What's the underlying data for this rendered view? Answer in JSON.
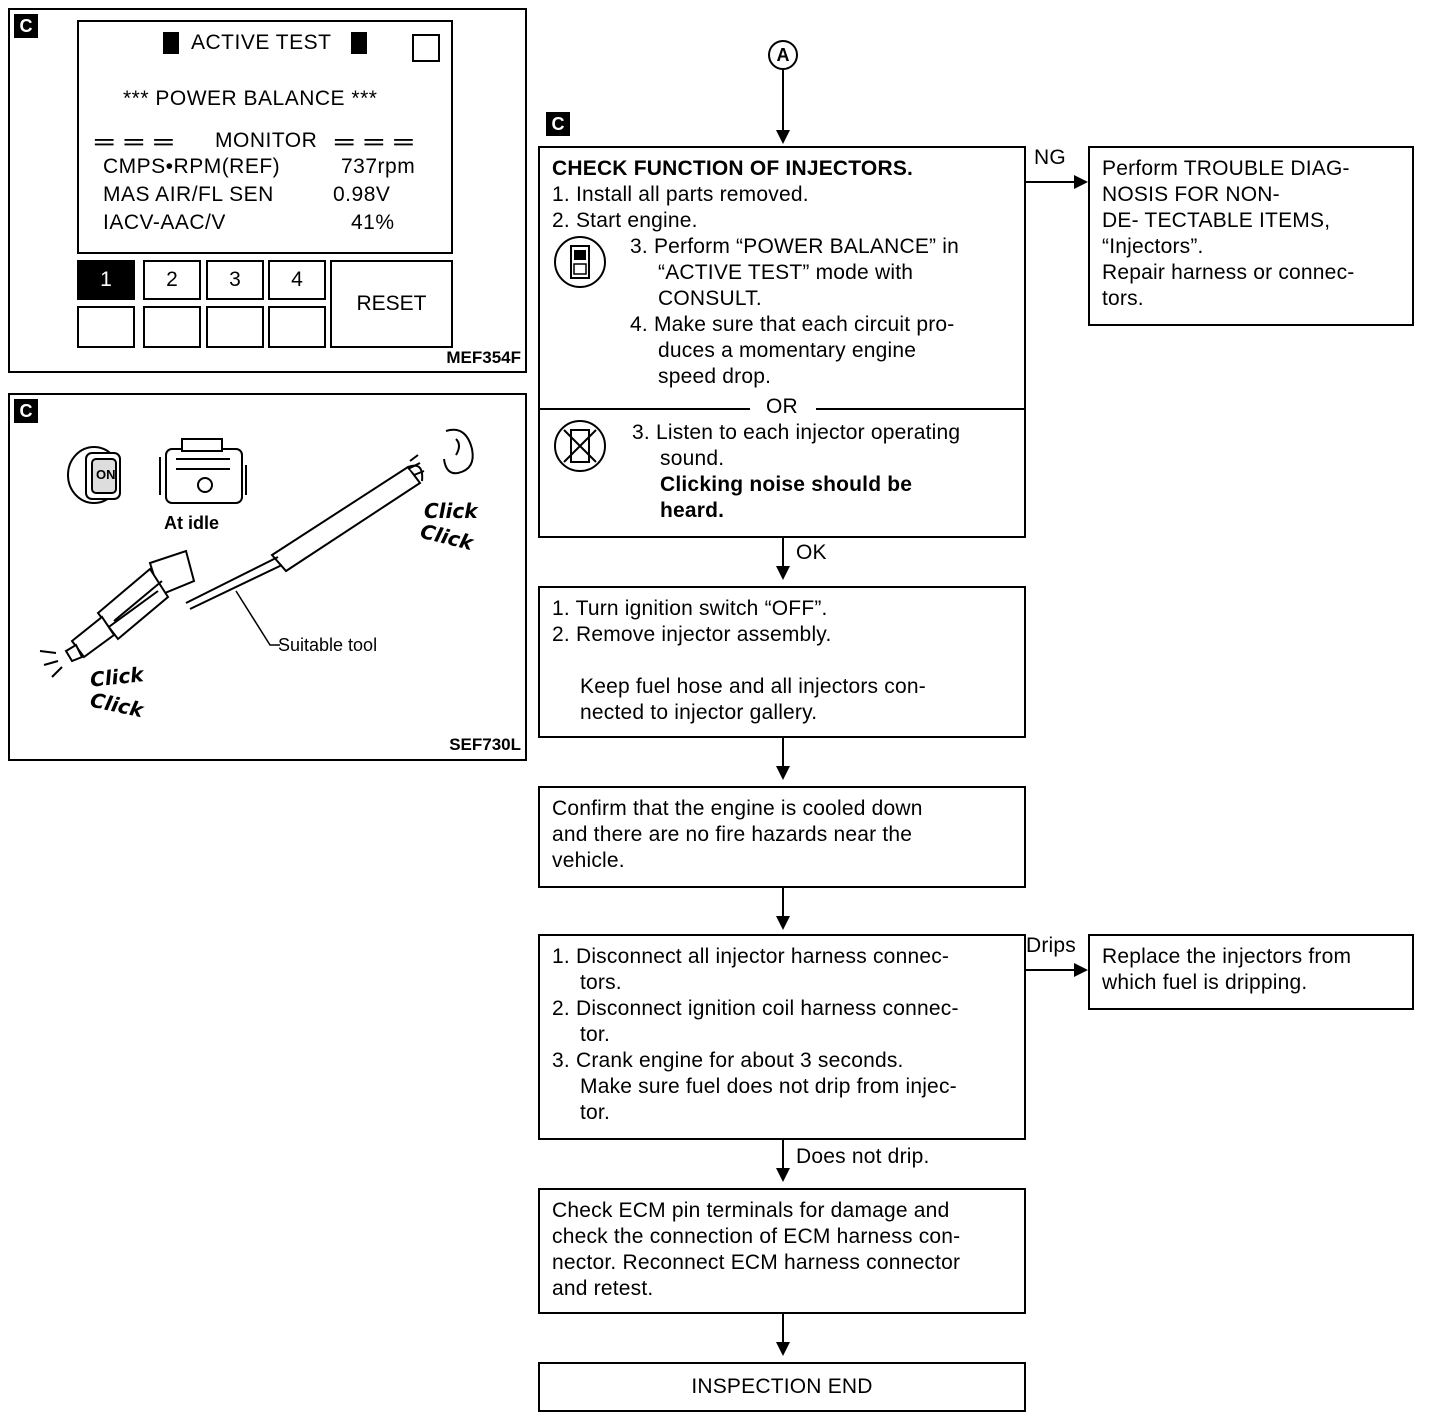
{
  "panel1": {
    "badge": "C",
    "screen_title": "ACTIVE TEST",
    "subtitle": "*** POWER BALANCE ***",
    "monitor_label": "MONITOR",
    "rows": [
      {
        "name": "CMPS•RPM(REF)",
        "value": "737rpm"
      },
      {
        "name": "MAS AIR/FL SEN",
        "value": "0.98V"
      },
      {
        "name": "IACV-AAC/V",
        "value": "41%"
      }
    ],
    "buttons": [
      "1",
      "2",
      "3",
      "4"
    ],
    "reset_label": "RESET",
    "ref_code": "MEF354F"
  },
  "panel2": {
    "badge": "C",
    "key_label": "ON",
    "at_idle": "At idle",
    "click1": "Click",
    "click2": "Click",
    "click3": "Click",
    "click4": "Click",
    "tool_label": "Suitable tool",
    "ref_code": "SEF730L"
  },
  "flow": {
    "connector": "A",
    "badge": "C",
    "step1": {
      "title": "CHECK FUNCTION OF INJECTORS.",
      "l1": "1. Install all parts removed.",
      "l2": "2. Start engine.",
      "l3a": "3. Perform “POWER BALANCE” in",
      "l3b": "“ACTIVE TEST” mode with",
      "l3c": "CONSULT.",
      "l4a": "4. Make sure that each circuit pro-",
      "l4b": "duces a momentary engine",
      "l4c": "speed drop.",
      "or": "OR",
      "l5a": "3. Listen to each injector operating",
      "l5b": "sound.",
      "l5c": "Clicking noise should be",
      "l5d": "heard."
    },
    "ng_label": "NG",
    "ng_box": {
      "l1": "Perform TROUBLE DIAG-",
      "l2": "NOSIS FOR NON-",
      "l3": "DE- TECTABLE ITEMS,",
      "l4": "“Injectors”.",
      "l5": "Repair harness or connec-",
      "l6": "tors."
    },
    "ok_label": "OK",
    "step2": {
      "l1": "1. Turn ignition switch “OFF”.",
      "l2": "2. Remove injector assembly.",
      "l3": "Keep fuel hose and all injectors con-",
      "l4": "nected to injector gallery."
    },
    "step3": {
      "l1": "Confirm that the engine is cooled down",
      "l2": "and there are no fire hazards near the",
      "l3": "vehicle."
    },
    "step4": {
      "l1": "1. Disconnect all injector harness connec-",
      "l2": "tors.",
      "l3": "2. Disconnect ignition coil harness connec-",
      "l4": "tor.",
      "l5": "3. Crank engine for about 3 seconds.",
      "l6": "Make sure fuel does not drip from injec-",
      "l7": "tor."
    },
    "drips_label": "Drips",
    "drips_box": {
      "l1": "Replace the injectors from",
      "l2": "which fuel is dripping."
    },
    "nodrip_label": "Does not drip.",
    "step5": {
      "l1": "Check ECM pin terminals for damage and",
      "l2": "check the connection of ECM harness con-",
      "l3": "nector. Reconnect ECM harness connector",
      "l4": "and retest."
    },
    "end_label": "INSPECTION END"
  }
}
